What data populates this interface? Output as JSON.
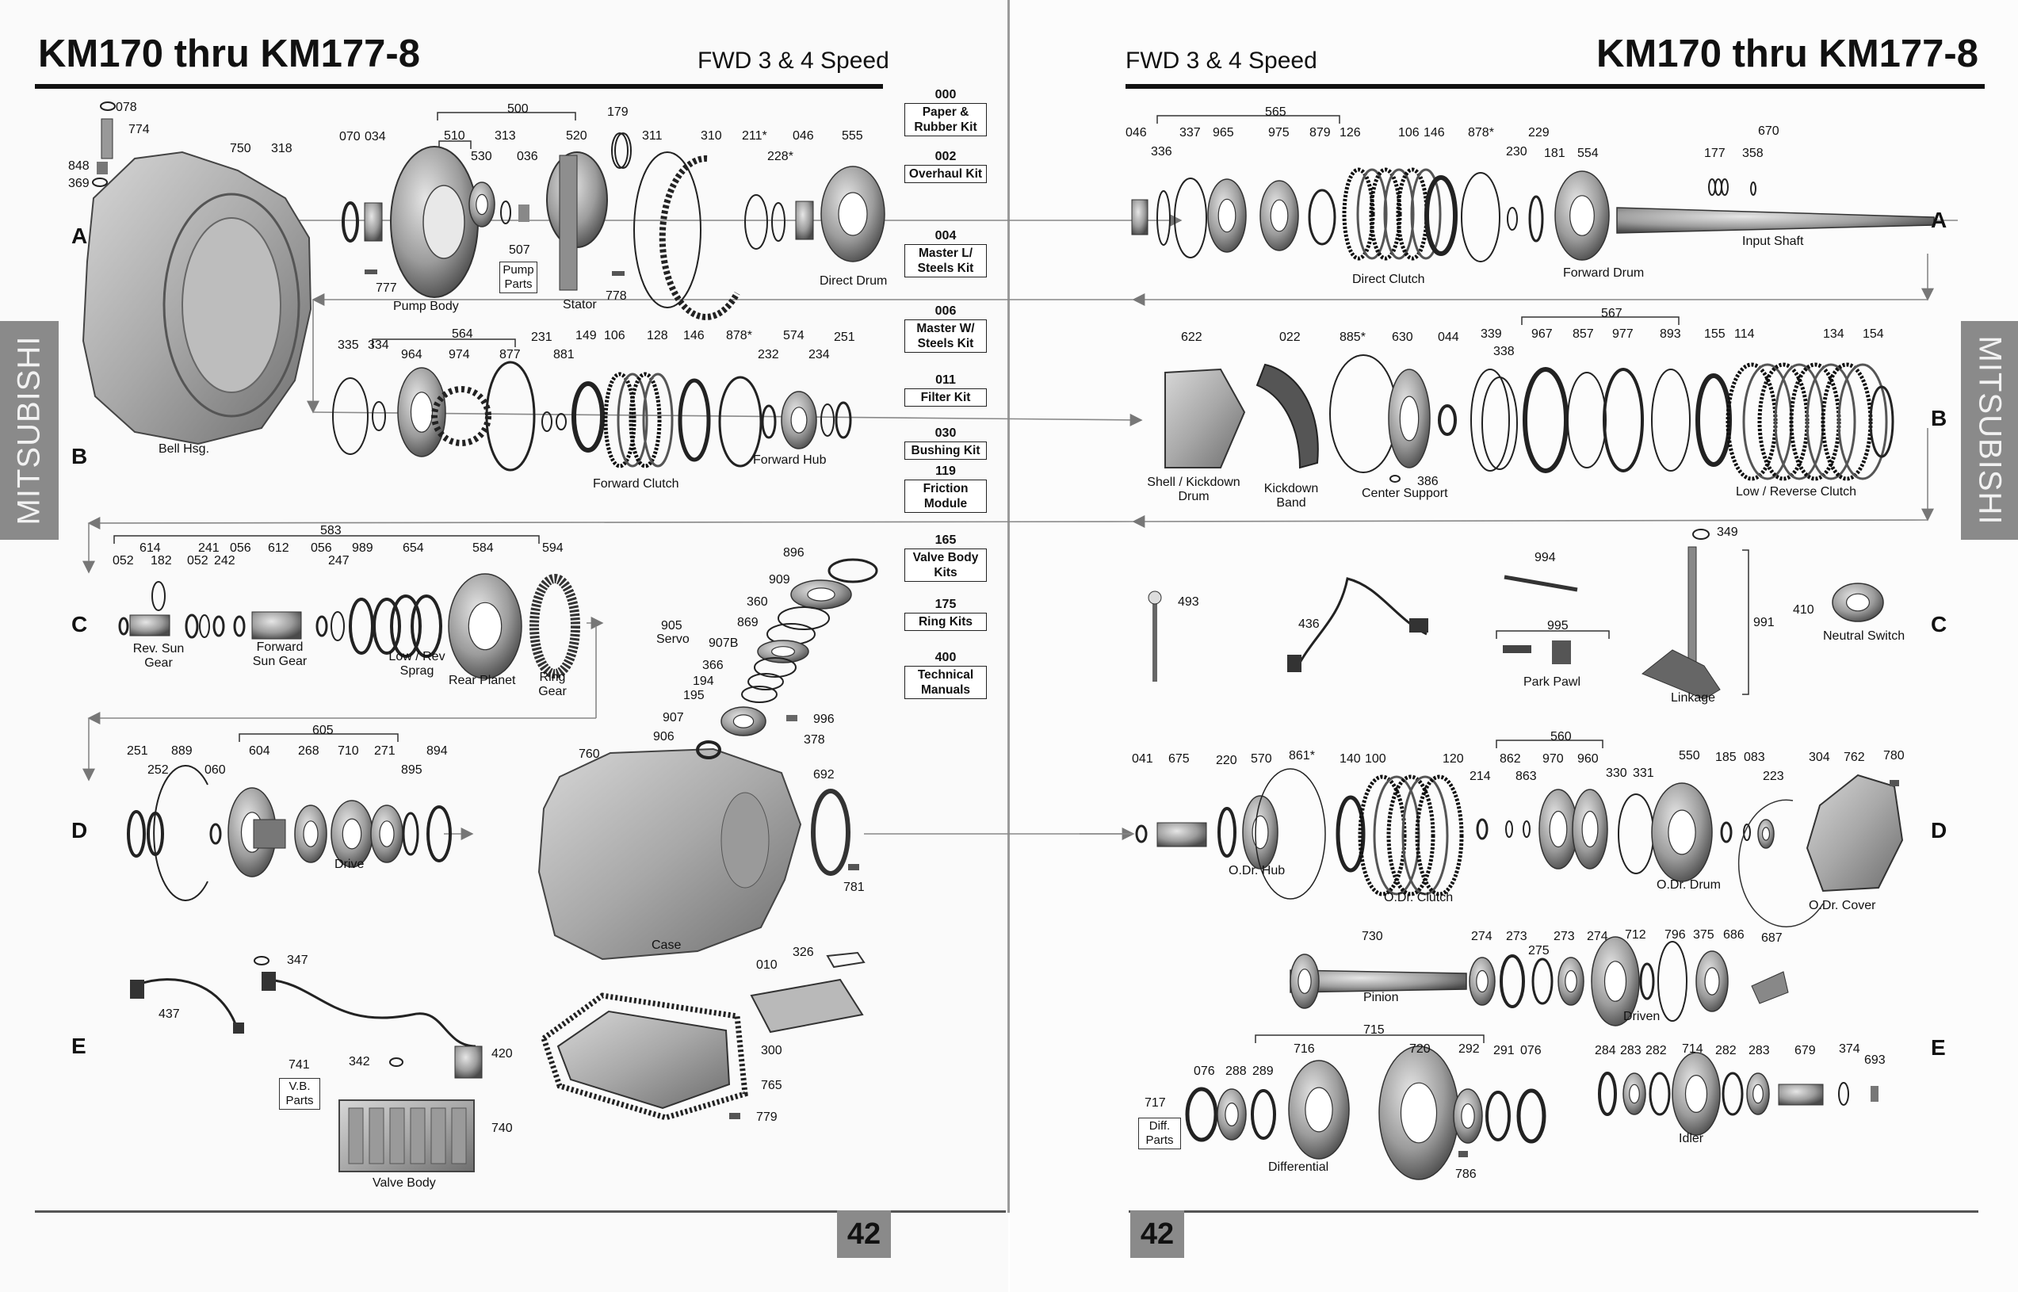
{
  "pages": {
    "left": {
      "title": "KM170 thru KM177-8",
      "subtitle": "FWD 3 & 4 Speed",
      "side_tab": "MITSUBISHI",
      "page_number": "42"
    },
    "right": {
      "title": "KM170 thru KM177-8",
      "subtitle": "FWD 3 & 4 Speed",
      "side_tab": "MITSUBISHI",
      "page_number": "42"
    }
  },
  "row_letters": [
    "A",
    "B",
    "C",
    "D",
    "E"
  ],
  "kits": [
    {
      "num": "000",
      "name": "Paper & Rubber Kit"
    },
    {
      "num": "002",
      "name": "Overhaul Kit"
    },
    {
      "num": "004",
      "name": "Master L/ Steels Kit"
    },
    {
      "num": "006",
      "name": "Master W/ Steels Kit"
    },
    {
      "num": "011",
      "name": "Filter Kit"
    },
    {
      "num": "030",
      "name": "Bushing Kit"
    },
    {
      "num": "119",
      "name": "Friction Module"
    },
    {
      "num": "165",
      "name": "Valve Body Kits"
    },
    {
      "num": "175",
      "name": "Ring Kits"
    },
    {
      "num": "400",
      "name": "Technical Manuals"
    }
  ],
  "left_labels": [
    "078",
    "774",
    "848",
    "369",
    "750",
    "318",
    "777",
    "070",
    "034",
    "500",
    "510",
    "530",
    "313",
    "036",
    "520",
    "507",
    "179",
    "311",
    "310",
    "211*",
    "228*",
    "046",
    "555",
    "778",
    "335",
    "334",
    "564",
    "964",
    "974",
    "877",
    "231",
    "881",
    "149",
    "106",
    "128",
    "146",
    "878*",
    "574",
    "232",
    "234",
    "251",
    "583",
    "052",
    "614",
    "182",
    "241",
    "052",
    "242",
    "056",
    "612",
    "056",
    "247",
    "989",
    "654",
    "584",
    "594",
    "905",
    "896",
    "909",
    "360",
    "869",
    "907B",
    "366",
    "194",
    "195",
    "907",
    "906",
    "996",
    "378",
    "605",
    "251",
    "252",
    "889",
    "060",
    "604",
    "268",
    "710",
    "271",
    "895",
    "894",
    "760",
    "692",
    "781",
    "347",
    "437",
    "342",
    "420",
    "740",
    "741",
    "010",
    "326",
    "300",
    "765",
    "779"
  ],
  "left_captions": [
    "Pump Body",
    "Stator",
    "Direct Drum",
    "Bell Hsg.",
    "Forward Clutch",
    "Forward Hub",
    "Rev. Sun Gear",
    "Forward Sun Gear",
    "Low / Rev Sprag",
    "Rear Planet",
    "Ring Gear",
    "Servo",
    "Drive",
    "Case",
    "Valve Body"
  ],
  "left_boxes": [
    "Pump Parts",
    "V.B. Parts"
  ],
  "right_labels": [
    "565",
    "046",
    "336",
    "337",
    "965",
    "975",
    "879",
    "126",
    "106",
    "146",
    "878*",
    "229",
    "230",
    "181",
    "554",
    "670",
    "177",
    "358",
    "567",
    "622",
    "022",
    "885*",
    "630",
    "044",
    "339",
    "338",
    "967",
    "857",
    "977",
    "893",
    "155",
    "114",
    "134",
    "154",
    "386",
    "493",
    "994",
    "349",
    "995",
    "436",
    "991",
    "410",
    "560",
    "041",
    "675",
    "220",
    "570",
    "861*",
    "140",
    "100",
    "120",
    "214",
    "862",
    "863",
    "970",
    "960",
    "330",
    "331",
    "550",
    "185",
    "083",
    "223",
    "304",
    "762",
    "780",
    "730",
    "274",
    "273",
    "275",
    "273",
    "274",
    "712",
    "796",
    "375",
    "686",
    "687",
    "715",
    "076",
    "288",
    "289",
    "716",
    "720",
    "292",
    "291",
    "076",
    "284",
    "283",
    "282",
    "714",
    "282",
    "283",
    "679",
    "374",
    "693",
    "717",
    "786"
  ],
  "right_captions": [
    "Direct Clutch",
    "Forward Drum",
    "Input Shaft",
    "Shell / Kickdown Drum",
    "Kickdown Band",
    "Center Support",
    "Low / Reverse Clutch",
    "Park Pawl",
    "Linkage",
    "Neutral Switch",
    "O.Dr. Hub",
    "O.Dr. Clutch",
    "O.Dr. Drum",
    "O.Dr. Cover",
    "Pinion",
    "Driven",
    "Differential",
    "Idler"
  ],
  "right_boxes": [
    "Diff. Parts"
  ]
}
